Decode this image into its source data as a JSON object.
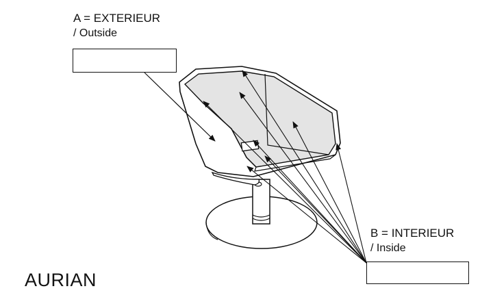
{
  "labels": {
    "exterior_title": "A = EXTERIEUR",
    "exterior_sub": "/ Outside",
    "interior_title": "B = INTERIEUR",
    "interior_sub": "/ Inside"
  },
  "fields": {
    "exterior_value": "",
    "interior_value": ""
  },
  "brand": "AURIAN",
  "colors": {
    "line": "#111111",
    "interior_fill": "#e4e4e4",
    "background": "#ffffff"
  }
}
